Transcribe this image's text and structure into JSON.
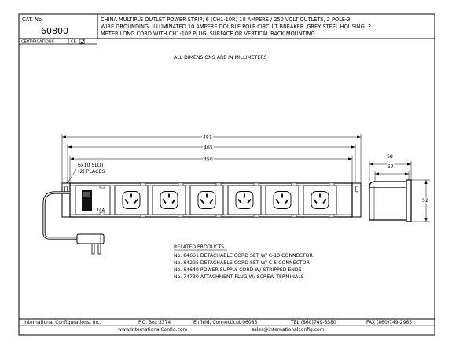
{
  "header": {
    "cat_label": "CAT. No.",
    "cat_number": "60800",
    "description_lines": [
      "CHINA MULTIPLE OUTLET POWER STRIP, 6 (CH1-10R) 10 AMPERE / 250 VOLT OUTLETS, 2 POLE-3",
      "WIRE GROUNDING. ILLUMINATED 10 AMPERE DOUBLE POLE CIRCUIT BREAKER. GREY STEEL HOUSING. 2",
      "METER LONG CORD WITH CH1-10P PLUG. SURFACE OR VERTICAL RACK MOUNTING."
    ],
    "certifications_label": "CERTIFICATIONS",
    "certification_mark": "CE"
  },
  "note": "ALL DIMENSIONS ARE IN MILLIMETERS",
  "dimensions": {
    "overall": "481",
    "body": "465",
    "mounting": "450",
    "depth": "58",
    "depth_inner": "57",
    "height": "52"
  },
  "labels": {
    "slot_line1": "6x10 SLOT",
    "slot_line2": "(2) PLACES",
    "breaker_rating": "10A"
  },
  "outlet_count": 6,
  "related": {
    "title": "RELATED PRODUCTS",
    "items": [
      "No. 84661 DETACHABLE CORD SET W/ C-13 CONNECTOR",
      "No. 84295 DETACHABLE CORD SET W/ C-5 CONNECTOR",
      "No. 84640 POWER SUPPLY CORD W/ STRIPPED ENDS",
      "No. 74730 ATTACHMENT PLUG W/ SCREW TERMINALS"
    ]
  },
  "footer": {
    "company": "International Configurations, Inc.",
    "po_box": "P.O. Box 3374",
    "address": "Enfield, Connecticut 06083",
    "tel": "TEL (860)749-6380",
    "fax": "FAX (860)749-2965",
    "web": "www.InternationalConfig.com",
    "email": "sales@internationalconfig.com"
  }
}
